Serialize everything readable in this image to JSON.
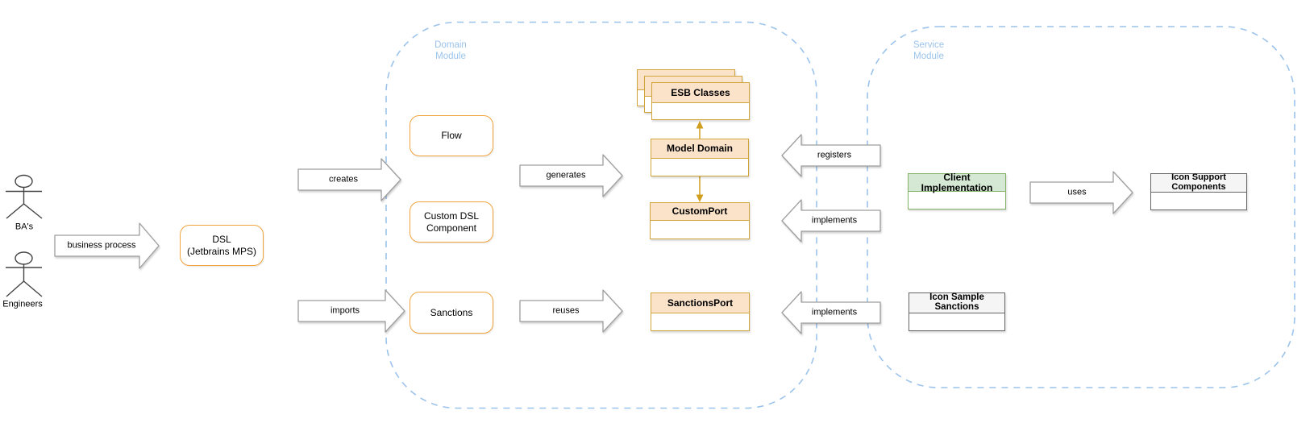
{
  "diagram": {
    "actors": {
      "bas": "BA's",
      "engineers": "Engineers"
    },
    "modules": {
      "domain": "Domain\nModule",
      "service": "Service\nModule"
    },
    "boxes": {
      "dsl": "DSL\n(Jetbrains MPS)",
      "flow": "Flow",
      "custom_dsl": "Custom DSL\nComponent",
      "sanctions": "Sanctions",
      "esb_classes": "ESB Classes",
      "model_domain": "Model Domain",
      "custom_port": "CustomPort",
      "sanctions_port": "SanctionsPort",
      "client_implementation": "Client Implementation",
      "icon_sample_sanctions": "Icon Sample Sanctions",
      "icon_support_components": "Icon Support\nComponents"
    },
    "arrow_labels": {
      "business_process": "business process",
      "creates": "creates",
      "imports": "imports",
      "generates": "generates",
      "reuses": "reuses",
      "registers": "registers",
      "implements_custom_port": "implements",
      "implements_sanctions_port": "implements",
      "uses": "uses"
    },
    "colors": {
      "module_outline": "#9CC3EB",
      "rounded_box_stroke": "#F2A33C",
      "class_box_stroke": "#D2A43C",
      "class_header_fill": "#FBE3C9",
      "green_header_fill": "#D5E8D4",
      "green_stroke": "#82B366",
      "gray_header_fill": "#F5F5F5",
      "gray_stroke": "#666666",
      "block_arrow_stroke": "#9E9E9E",
      "connector_arrow": "#D19F1F"
    }
  }
}
